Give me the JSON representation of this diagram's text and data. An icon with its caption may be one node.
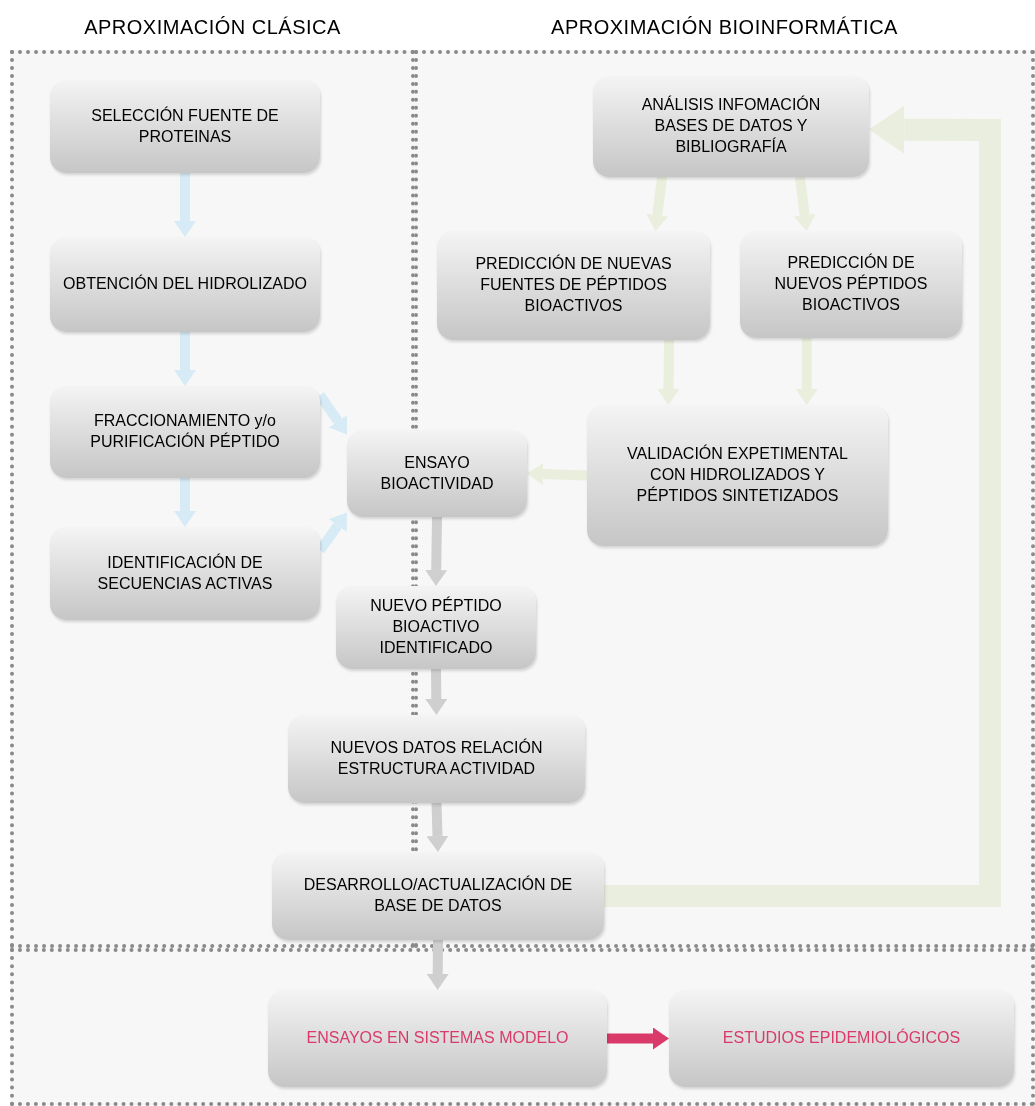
{
  "diagram": {
    "nodes": [
      {
        "text": [
          "APROXIMACIÓN CLÁSICA"
        ]
      },
      {
        "text": [
          "APROXIMACIÓN BIOINFORMÁTICA"
        ]
      },
      {
        "text": [],
        "shape": "box"
      },
      {
        "text": [
          "SELECCIÓN FUENTE DE PROTEINAS"
        ],
        "in": 0
      },
      {
        "text": [
          "OBTENCIÓN DEL HIDROLIZADO"
        ],
        "in": 0
      },
      {
        "text": [
          "FRACCIONAMIENTO y/o PURIFICACIÓN PÉPTIDO"
        ],
        "in": 0
      },
      {
        "text": [
          "IDENTIFICACIÓN DE SECUENCIAS ACTIVAS"
        ],
        "in": 0
      },
      {
        "text": [
          "ANÁLISIS INFOMACIÓN BASES DE DATOS Y BIBLIOGRAFÍA"
        ],
        "in": 1
      },
      {
        "text": [
          "PREDICCIÓN DE NUEVAS FUENTES DE PÉPTIDOS BIOACTIVOS"
        ],
        "in": 1
      },
      {
        "text": [
          "PREDICCIÓN DE NUEVOS PÉPTIDOS BIOACTIVOS"
        ],
        "in": 1
      },
      {
        "text": [
          "VALIDACIÓN EXPETIMENTAL CON HIDROLIZADOS Y PÉPTIDOS SINTETIZADOS"
        ],
        "in": 1
      },
      {
        "text": [
          "ENSAYO BIOACTIVIDAD"
        ]
      },
      {
        "text": [
          "NUEVO PÉPTIDO BIOACTIVO IDENTIFICADO"
        ]
      },
      {
        "text": [
          "NUEVOS DATOS RELACIÓN ESTRUCTURA ACTIVIDAD"
        ]
      },
      {
        "text": [
          "DESARROLLO/ACTUALIZACIÓN DE BASE DE DATOS"
        ]
      },
      {
        "text": [
          "ENSAYOS EN SISTEMAS MODELO"
        ],
        "in": 2
      },
      {
        "text": [
          "ESTUDIOS EPIDEMIOLÓGICOS"
        ],
        "in": 2
      }
    ],
    "edges": [
      {
        "from": 3,
        "to": 4,
        "arrow": "to",
        "color": "#d6ebf5"
      },
      {
        "from": 4,
        "to": 5,
        "arrow": "to",
        "color": "#d6ebf5"
      },
      {
        "from": 5,
        "to": 6,
        "arrow": "to",
        "color": "#d6ebf5"
      },
      {
        "from": 5,
        "to": 11,
        "arrow": "to",
        "color": "#d6ebf5"
      },
      {
        "from": 6,
        "to": 11,
        "arrow": "to",
        "color": "#d6ebf5"
      },
      {
        "from": 7,
        "to": 8,
        "arrow": "to",
        "color": "#e9eedd"
      },
      {
        "from": 7,
        "to": 9,
        "arrow": "to",
        "color": "#e9eedd"
      },
      {
        "from": 8,
        "to": 10,
        "arrow": "to",
        "color": "#e9eedd"
      },
      {
        "from": 9,
        "to": 10,
        "arrow": "to",
        "color": "#e9eedd"
      },
      {
        "from": 10,
        "to": 11,
        "arrow": "to",
        "color": "#e9eedd"
      },
      {
        "from": 11,
        "to": 12,
        "arrow": "to"
      },
      {
        "from": 12,
        "to": 13,
        "arrow": "to"
      },
      {
        "from": 13,
        "to": 14,
        "arrow": "to"
      },
      {
        "from": 14,
        "to": 15,
        "arrow": "to"
      },
      {
        "from": 15,
        "to": 16,
        "arrow": "to",
        "color": "#d93a6a"
      },
      {
        "from": 14,
        "to": 7,
        "arrow": "to",
        "style": "thick",
        "color": "#eaeedf"
      }
    ]
  }
}
